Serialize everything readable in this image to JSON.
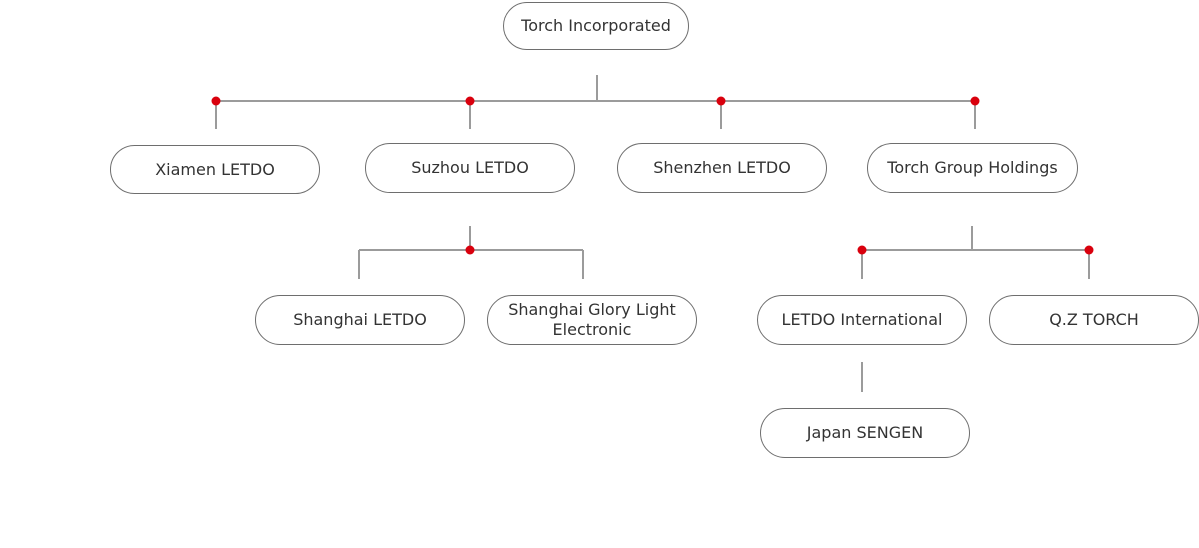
{
  "colors": {
    "line": "#9b9b9b",
    "dot": "#d9000d",
    "node_border": "#6e6e6e",
    "text": "#333333",
    "background": "#ffffff"
  },
  "org_chart": {
    "root": "Torch Incorporated",
    "level1": [
      "Xiamen LETDO",
      "Suzhou LETDO",
      "Shenzhen LETDO",
      "Torch Group Holdings"
    ],
    "suzhou_children": [
      "Shanghai LETDO",
      "Shanghai Glory Light\nElectronic"
    ],
    "holdings_children": [
      "LETDO International",
      "Q.Z TORCH"
    ],
    "international_children": [
      "Japan SENGEN"
    ]
  }
}
